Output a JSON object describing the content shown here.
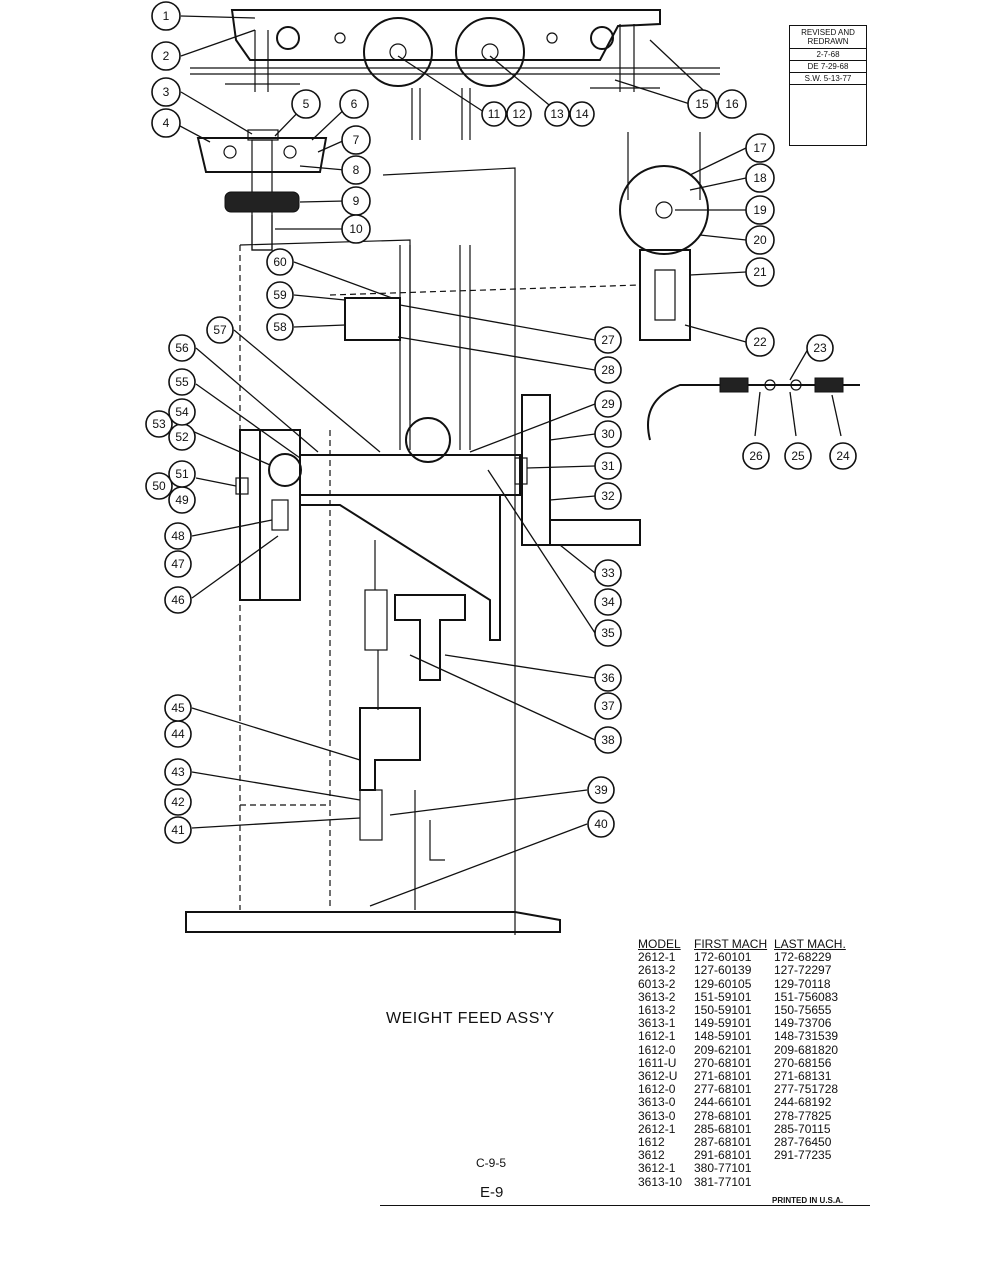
{
  "revision_box": {
    "header": "REVISED AND REDRAWN",
    "entries": [
      "2-7-68",
      "DE 7-29-68",
      "S.W. 5-13-77"
    ]
  },
  "title": "WEIGHT FEED ASS'Y",
  "codes": {
    "section": "C-9-5",
    "page": "E-9"
  },
  "printed_notice": "PRINTED IN U.S.A.",
  "model_table": {
    "headers": [
      "MODEL",
      "FIRST MACH",
      "LAST MACH."
    ],
    "rows": [
      [
        "2612-1",
        "172-60101",
        "172-68229"
      ],
      [
        "2613-2",
        "127-60139",
        "127-72297"
      ],
      [
        "6013-2",
        "129-60105",
        "129-70118"
      ],
      [
        "3613-2",
        "151-59101",
        "151-756083"
      ],
      [
        "1613-2",
        "150-59101",
        "150-75655"
      ],
      [
        "3613-1",
        "149-59101",
        "149-73706"
      ],
      [
        "1612-1",
        "148-59101",
        "148-731539"
      ],
      [
        "1612-0",
        "209-62101",
        "209-681820"
      ],
      [
        "1611-U",
        "270-68101",
        "270-68156"
      ],
      [
        "3612-U",
        "271-68101",
        "271-68131"
      ],
      [
        "1612-0",
        "277-68101",
        "277-751728"
      ],
      [
        "3613-0",
        "244-66101",
        "244-68192"
      ],
      [
        "3613-0",
        "278-68101",
        "278-77825"
      ],
      [
        "2612-1",
        "285-68101",
        "285-70115"
      ],
      [
        "1612",
        "287-68101",
        "287-76450"
      ],
      [
        "3612",
        "291-68101",
        "291-77235"
      ],
      [
        "3612-1",
        "380-77101",
        ""
      ],
      [
        "3613-10",
        "381-77101",
        ""
      ]
    ]
  },
  "callouts": [
    "1",
    "2",
    "3",
    "4",
    "5",
    "6",
    "7",
    "8",
    "9",
    "10",
    "11",
    "12",
    "13",
    "14",
    "15",
    "16",
    "17",
    "18",
    "19",
    "20",
    "21",
    "22",
    "23",
    "24",
    "25",
    "26",
    "27",
    "28",
    "29",
    "30",
    "31",
    "32",
    "33",
    "34",
    "35",
    "36",
    "37",
    "38",
    "39",
    "40",
    "41",
    "42",
    "43",
    "44",
    "45",
    "46",
    "47",
    "48",
    "49",
    "50",
    "51",
    "52",
    "53",
    "54",
    "55",
    "56",
    "57",
    "58",
    "59",
    "60"
  ]
}
